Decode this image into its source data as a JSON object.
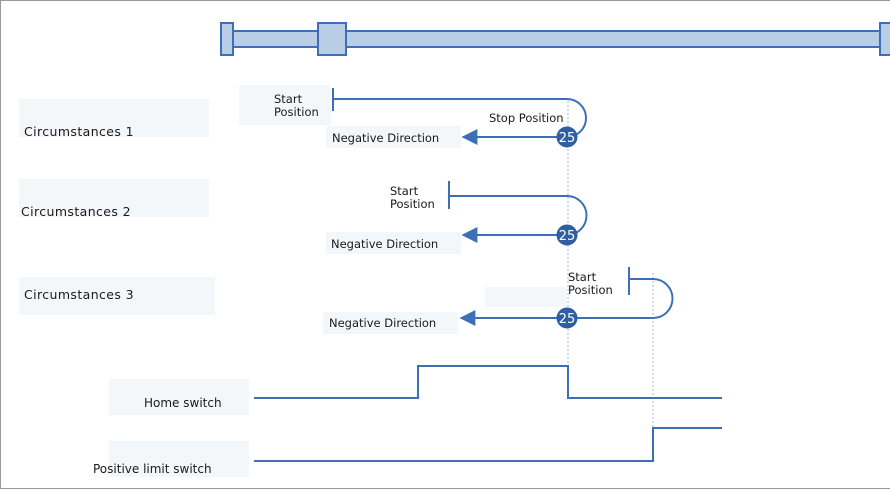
{
  "colors": {
    "line": "#3d6fb6",
    "rail_fill": "#b9cde6",
    "marker_fill": "#2f5ea3",
    "marker_text": "#ffffff",
    "guide": "#9fb6d6"
  },
  "cases": [
    {
      "label": "Circumstances 1",
      "start": "Start\nPosition",
      "stop": "Stop Position",
      "direction": "Negative Direction",
      "marker": "25"
    },
    {
      "label": "Circumstances 2",
      "start": "Start\nPosition",
      "direction": "Negative Direction",
      "marker": "25"
    },
    {
      "label": "Circumstances 3",
      "start": "Start\nPosition",
      "direction": "Negative Direction",
      "marker": "25"
    }
  ],
  "signals": {
    "home": "Home switch",
    "positive_limit": "Positive limit switch"
  }
}
